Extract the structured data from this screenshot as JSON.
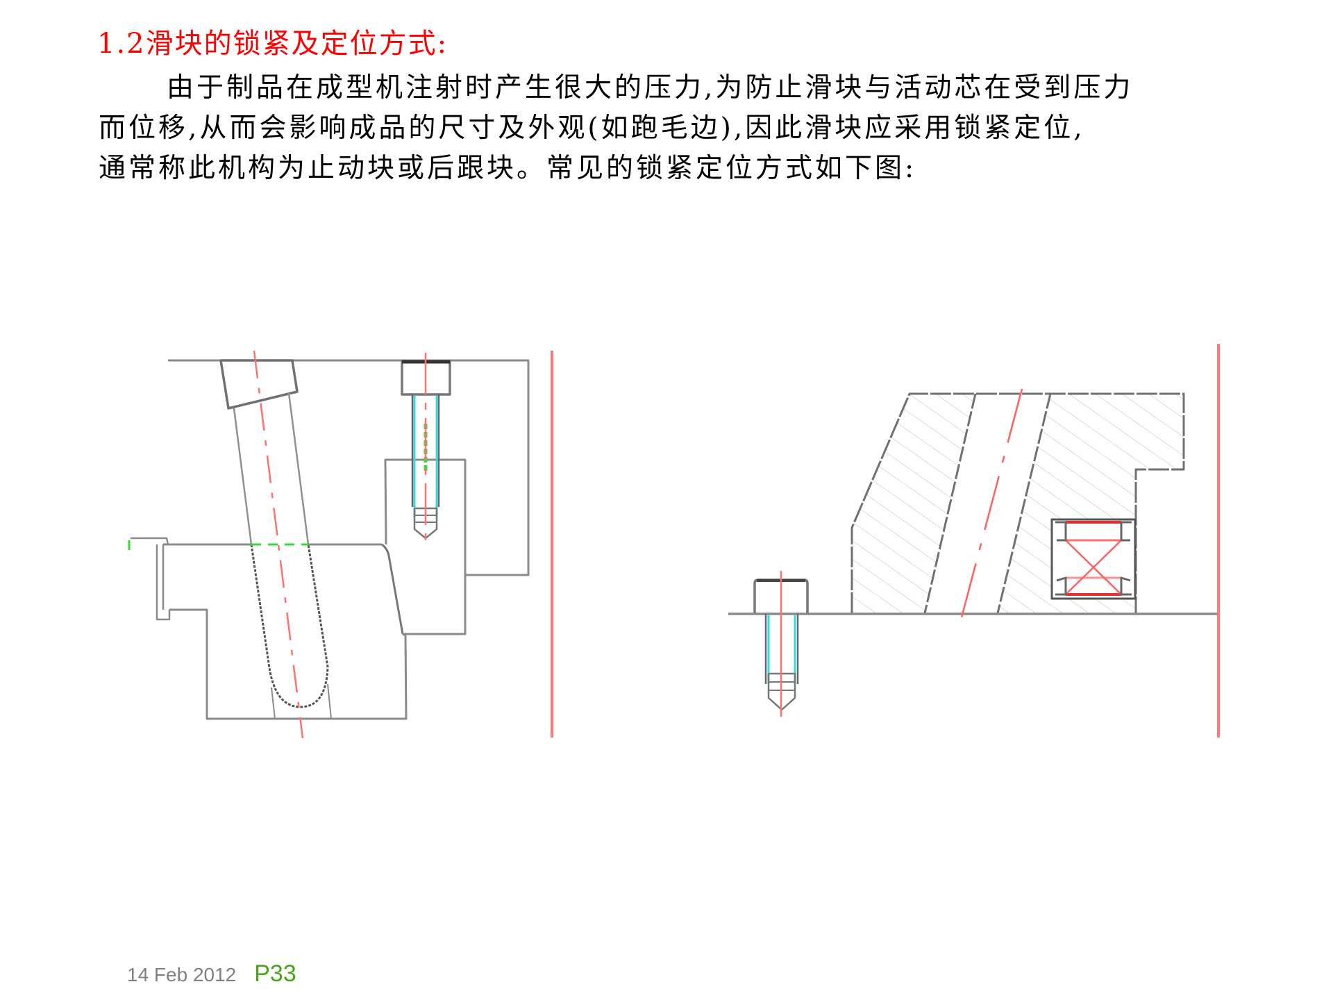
{
  "slide": {
    "title": "1.2滑块的锁紧及定位方式:",
    "body_lines": [
      "由于制品在成型机注射时产生很大的压力,为防止滑块与活动芯在受到压力",
      "而位移,从而会影响成品的尺寸及外观(如跑毛边),因此滑块应采用锁紧定位,",
      "通常称此机构为止动块或后跟块。常见的锁紧定位方式如下图:"
    ],
    "colors": {
      "title": "#ff0000",
      "body": "#000000",
      "outline": "#808080",
      "centerline": "#ff6666",
      "thread": "#33dddd",
      "parting_line": "#33dd33",
      "footer_date": "#808080",
      "footer_page": "#4aa31b"
    }
  },
  "figures": [
    {
      "id": "left",
      "description": "Slider with angled guide pin and heel block secured by socket head cap screw"
    },
    {
      "id": "right",
      "description": "Hatched heel/locking block with inclined channel and wear plate, fixed by cap screw"
    }
  ],
  "footer": {
    "date": "14 Feb 2012",
    "page": "P33"
  }
}
